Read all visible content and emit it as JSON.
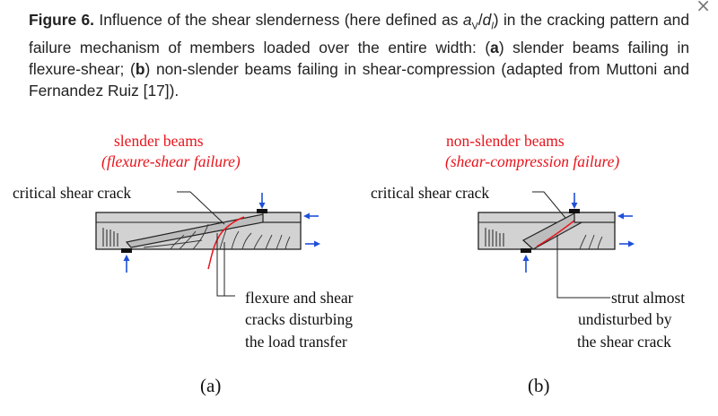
{
  "caption": {
    "label": "Figure 6.",
    "text1": " Influence of the shear slenderness (here defined as ",
    "a": "a",
    "sub_v": "V",
    "slash": "/",
    "d": "d",
    "sub_l": "l",
    "text2": ") in the cracking pattern and failure mechanism of members loaded over the entire width: (",
    "a_label": "a",
    "text3": ") slender beams failing in flexure-shear; (",
    "b_label": "b",
    "text4": ") non-slender beams failing in shear-compression (adapted from Muttoni and Fernandez Ruiz [",
    "ref": "17",
    "text5": "])."
  },
  "panel_a": {
    "title_line1": "slender beams",
    "title_line2": "(flexure-shear failure)",
    "crack_label": "critical shear crack",
    "note_line1": "flexure and shear",
    "note_line2": "cracks disturbing",
    "note_line3": "the load transfer",
    "sublabel": "(a)"
  },
  "panel_b": {
    "title_line1": "non-slender beams",
    "title_line2": "(shear-compression failure)",
    "crack_label": "critical  shear crack",
    "note_line1": "strut almost",
    "note_line2": "undisturbed by",
    "note_line3": "the shear crack",
    "sublabel": "(b)"
  },
  "colors": {
    "title_red": "#e8141c",
    "arrow_blue": "#1e4fd8",
    "beam_fill": "#d2d2d2",
    "caption_text": "#222222"
  },
  "icons": {
    "close": "×"
  }
}
